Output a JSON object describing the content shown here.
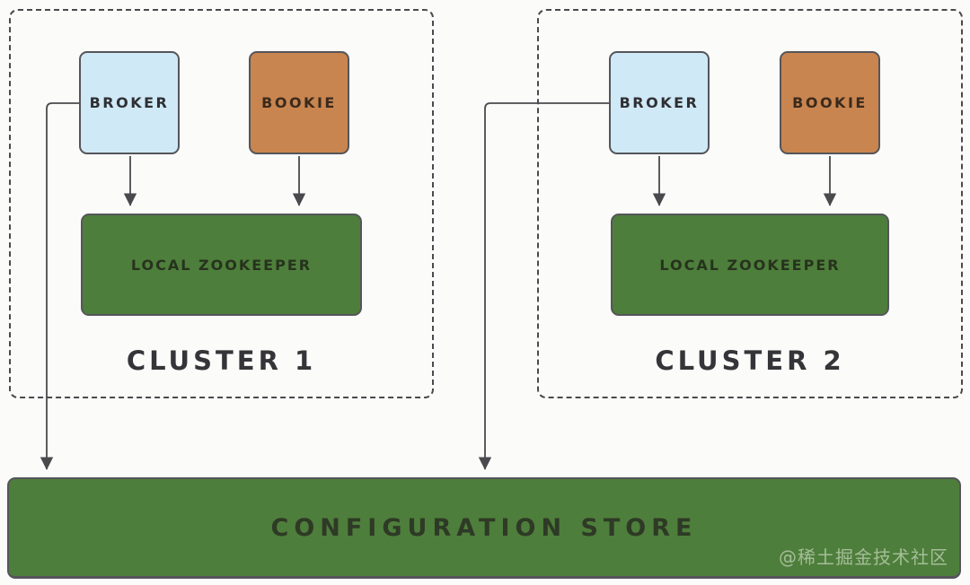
{
  "diagram": {
    "clusters": [
      {
        "label": "CLUSTER 1",
        "broker_label": "BROKER",
        "bookie_label": "BOOKIE",
        "zookeeper_label": "LOCAL ZOOKEEPER"
      },
      {
        "label": "CLUSTER 2",
        "broker_label": "BROKER",
        "bookie_label": "BOOKIE",
        "zookeeper_label": "LOCAL ZOOKEEPER"
      }
    ],
    "config_store_label": "CONFIGURATION STORE",
    "watermark": "@稀土掘金技术社区",
    "colors": {
      "background": "#fbfbf9",
      "broker_fill": "#cfe9f6",
      "bookie_fill": "#c9854f",
      "green_fill": "#4e7e3b",
      "line_and_border": "#4a4a4e"
    },
    "edges": [
      "cluster1-broker -> configuration-store",
      "cluster1-broker -> cluster1-local-zookeeper",
      "cluster1-bookie -> cluster1-local-zookeeper",
      "cluster2-broker -> configuration-store",
      "cluster2-broker -> cluster2-local-zookeeper",
      "cluster2-bookie -> cluster2-local-zookeeper"
    ]
  }
}
